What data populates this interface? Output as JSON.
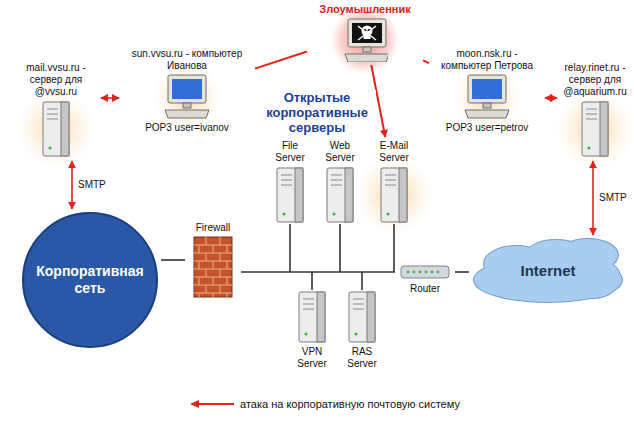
{
  "diagram": {
    "nodes": [
      {
        "text": [
          "Злоумышленник"
        ]
      },
      {
        "text": [
          "mail.vvsu.ru - сервер для @vvsu.ru"
        ]
      },
      {
        "text": [
          "sun.vvsu.ru - компьютер Иванова",
          "POP3 user=ivanov"
        ]
      },
      {
        "text": [
          "moon.nsk.ru - компьютер Петрова",
          "POP3 user=petrov"
        ]
      },
      {
        "text": [
          "relay.rinet.ru - сервер для @aquarium.ru"
        ]
      },
      {
        "text": [
          "Корпоративная сеть"
        ]
      },
      {
        "text": [
          "Firewall"
        ]
      },
      {
        "text": [
          "File Server"
        ]
      },
      {
        "text": [
          "Web Server"
        ]
      },
      {
        "text": [
          "E-Mail Server"
        ]
      },
      {
        "text": [
          "VPN Server"
        ]
      },
      {
        "text": [
          "RAS Server"
        ]
      },
      {
        "text": [
          "Router"
        ]
      },
      {
        "text": [
          "Internet"
        ]
      }
    ],
    "edges": [
      {
        "from": 0,
        "to": 2,
        "arrow": "none"
      },
      {
        "from": 0,
        "to": 3,
        "arrow": "none"
      },
      {
        "from": 0,
        "to": 9,
        "arrow": "to"
      },
      {
        "from": 2,
        "to": 1,
        "arrow": "both"
      },
      {
        "from": 1,
        "to": 5,
        "label": "SMTP",
        "arrow": "both"
      },
      {
        "from": 3,
        "to": 4,
        "arrow": "both"
      },
      {
        "from": 4,
        "to": 13,
        "label": "SMTP",
        "arrow": "both"
      },
      {
        "from": 5,
        "to": 6,
        "arrow": "none"
      },
      {
        "from": 6,
        "to": 12,
        "arrow": "none"
      },
      {
        "from": 12,
        "to": 13,
        "arrow": "none"
      }
    ],
    "labels": [
      "Открытые корпоративные серверы"
    ],
    "legend": [
      {
        "text": "атака на корпоративную почтовую систему"
      }
    ]
  }
}
